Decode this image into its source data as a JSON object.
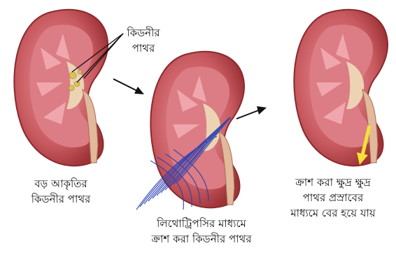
{
  "stone_label": {
    "line1": "কিডনীর",
    "line2": "পাথর"
  },
  "captions": {
    "large_stone": {
      "line1": "বড় আকৃতির",
      "line2": "কিডনীর পাথর"
    },
    "lithotripsy": {
      "line1": "লিথোট্রিপসির মাধ্যমে",
      "line2": "ক্রাশ করা কিডনীর পাথর"
    },
    "passed": {
      "line1": "ক্রাশ করা ক্ষুদ্র ক্ষুদ্র",
      "line2": "পাথর প্রস্রাবের",
      "line3": "মাধ্যমে বের হয়ে যায়"
    }
  },
  "colors": {
    "kidney_outer": "#b8484a",
    "kidney_cortex": "#d9737a",
    "pyramid": "#e99aa0",
    "pelvis": "#e8c9a8",
    "stone": "#d8c25a",
    "shockwave": "#2a3fb0",
    "fragment_arrow": "#f2e235"
  }
}
